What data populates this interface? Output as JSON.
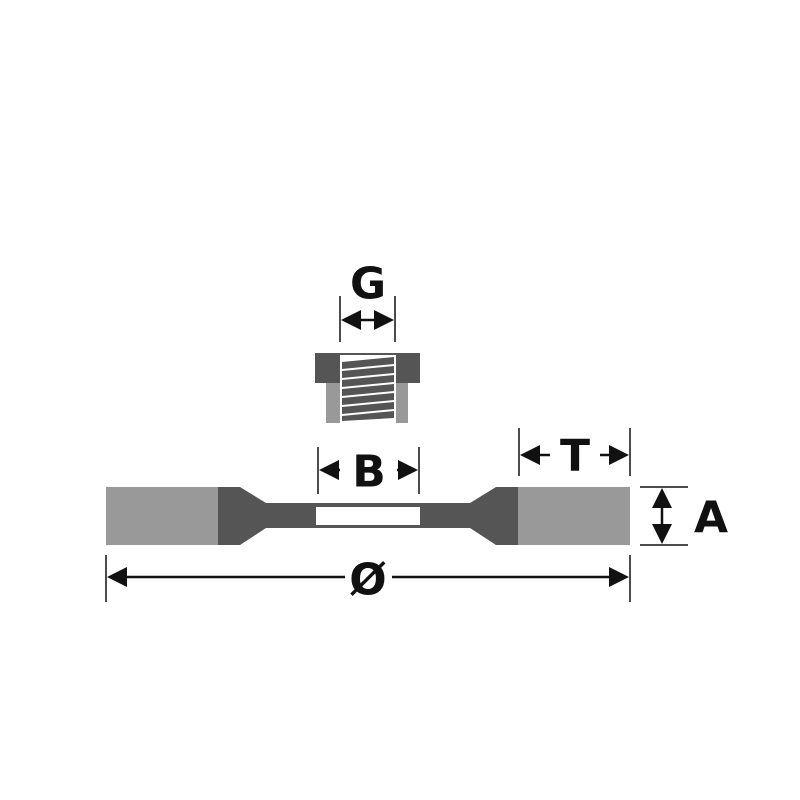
{
  "labels": {
    "g": "G",
    "b": "B",
    "t": "T",
    "a": "A",
    "diameter": "Ø"
  },
  "colors": {
    "dark": "#555555",
    "light": "#999999",
    "ink": "#111111"
  }
}
